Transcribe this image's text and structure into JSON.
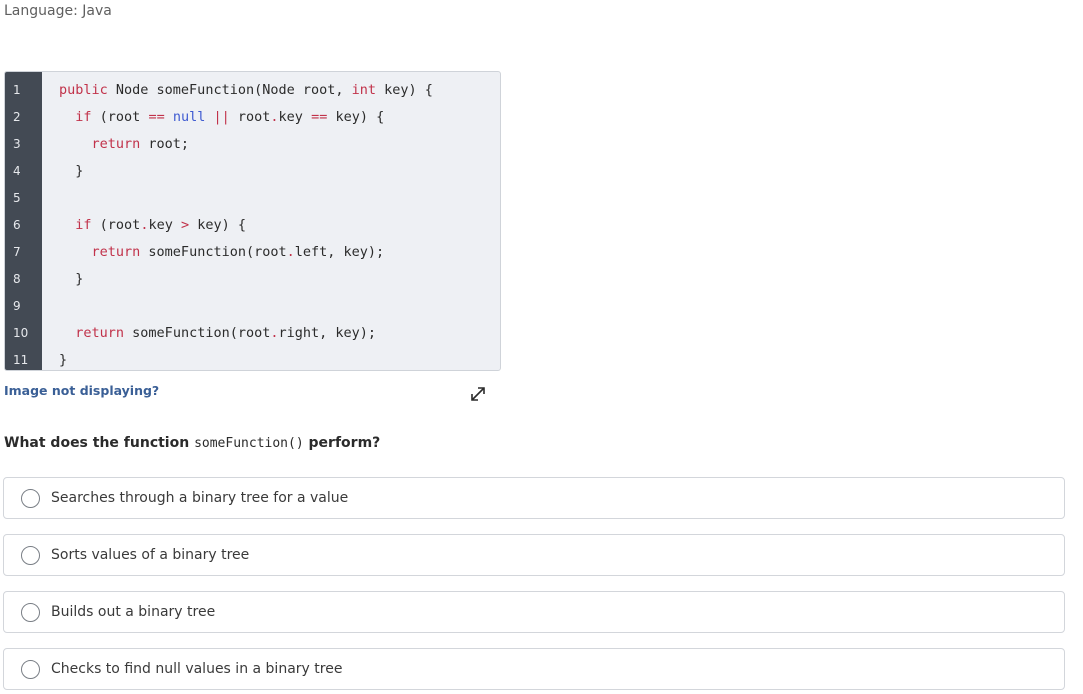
{
  "language_label": "Language: Java",
  "code": {
    "line_numbers": [
      "1",
      "2",
      "3",
      "4",
      "5",
      "6",
      "7",
      "8",
      "9",
      "10",
      "11"
    ],
    "lines": [
      [
        {
          "t": "public",
          "c": "kw"
        },
        {
          "t": " Node someFunction(Node root, ",
          "c": ""
        },
        {
          "t": "int",
          "c": "kw"
        },
        {
          "t": " key) {",
          "c": ""
        }
      ],
      [
        {
          "t": "  ",
          "c": ""
        },
        {
          "t": "if",
          "c": "kw"
        },
        {
          "t": " (root ",
          "c": ""
        },
        {
          "t": "==",
          "c": "op"
        },
        {
          "t": " ",
          "c": ""
        },
        {
          "t": "null",
          "c": "lit"
        },
        {
          "t": " ",
          "c": ""
        },
        {
          "t": "||",
          "c": "op"
        },
        {
          "t": " root",
          "c": ""
        },
        {
          "t": ".",
          "c": "op"
        },
        {
          "t": "key ",
          "c": ""
        },
        {
          "t": "==",
          "c": "op"
        },
        {
          "t": " key) {",
          "c": ""
        }
      ],
      [
        {
          "t": "    ",
          "c": ""
        },
        {
          "t": "return",
          "c": "kw"
        },
        {
          "t": " root;",
          "c": ""
        }
      ],
      [
        {
          "t": "  }",
          "c": ""
        }
      ],
      [
        {
          "t": "",
          "c": ""
        }
      ],
      [
        {
          "t": "  ",
          "c": ""
        },
        {
          "t": "if",
          "c": "kw"
        },
        {
          "t": " (root",
          "c": ""
        },
        {
          "t": ".",
          "c": "op"
        },
        {
          "t": "key ",
          "c": ""
        },
        {
          "t": ">",
          "c": "op"
        },
        {
          "t": " key) {",
          "c": ""
        }
      ],
      [
        {
          "t": "    ",
          "c": ""
        },
        {
          "t": "return",
          "c": "kw"
        },
        {
          "t": " someFunction(root",
          "c": ""
        },
        {
          "t": ".",
          "c": "op"
        },
        {
          "t": "left, key);",
          "c": ""
        }
      ],
      [
        {
          "t": "  }",
          "c": ""
        }
      ],
      [
        {
          "t": "",
          "c": ""
        }
      ],
      [
        {
          "t": "  ",
          "c": ""
        },
        {
          "t": "return",
          "c": "kw"
        },
        {
          "t": " someFunction(root",
          "c": ""
        },
        {
          "t": ".",
          "c": "op"
        },
        {
          "t": "right, key);",
          "c": ""
        }
      ],
      [
        {
          "t": "}",
          "c": ""
        }
      ]
    ]
  },
  "image_help_link": "Image not displaying?",
  "question": {
    "prefix": "What does the function ",
    "code": "someFunction()",
    "suffix": " perform?"
  },
  "options": [
    {
      "label": "Searches through a binary tree for a value"
    },
    {
      "label": "Sorts values of a binary tree"
    },
    {
      "label": "Builds out a binary tree"
    },
    {
      "label": "Checks to find null values in a binary tree"
    }
  ],
  "icons": {
    "expand": "expand-icon",
    "radio": "radio-unselected-icon"
  },
  "colors": {
    "keyword": "#c1324a",
    "literal": "#3f5bd1",
    "gutter": "#434a54",
    "code_bg": "#eef0f4",
    "link": "#3a5f96"
  }
}
